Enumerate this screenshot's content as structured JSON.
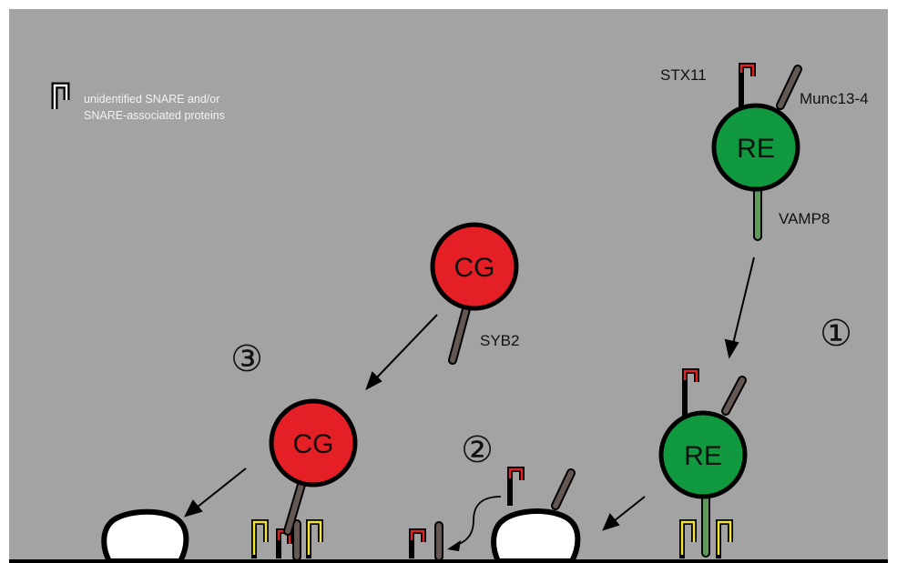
{
  "legend": {
    "text_line1": "unidentified SNARE and/or",
    "text_line2": "SNARE-associated proteins"
  },
  "labels": {
    "stx11": "STX11",
    "munc13_4": "Munc13-4",
    "vamp8": "VAMP8",
    "syb2": "SYB2",
    "re": "RE",
    "cg": "CG"
  },
  "steps": {
    "one": "①",
    "two": "②",
    "three": "③"
  },
  "colors": {
    "background": "#a3a3a3",
    "re_vesicle": "#11993f",
    "cg_vesicle": "#e41f26",
    "stx11_tip": "#e41f26",
    "snare_yellow": "#f4e627",
    "vamp8": "#5d9a5b",
    "munc13_4": "#635852",
    "outline": "#000000",
    "pore": "#ffffff"
  }
}
